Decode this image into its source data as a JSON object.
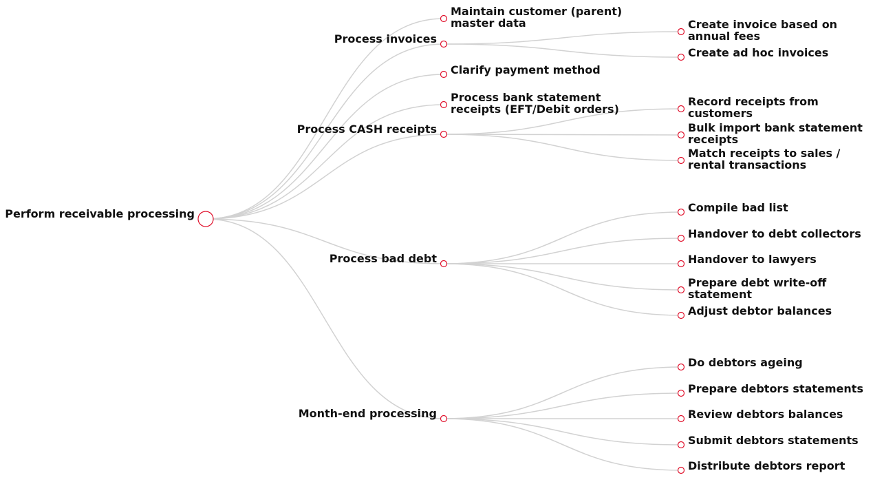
{
  "colors": {
    "link": "#d2d2d2",
    "node_stroke": "#e0102b",
    "text": "#111111"
  },
  "tree": {
    "label": "Perform receivable processing",
    "children": [
      {
        "label": "Maintain customer (parent) master data",
        "lines": [
          "Maintain customer (parent)",
          "master data"
        ],
        "children": []
      },
      {
        "label": "Process invoices",
        "children": [
          {
            "label": "Create invoice based on annual fees",
            "lines": [
              "Create invoice based on",
              "annual fees"
            ]
          },
          {
            "label": "Create ad hoc invoices"
          }
        ]
      },
      {
        "label": "Clarify payment method",
        "children": []
      },
      {
        "label": "Process bank statement receipts (EFT/Debit orders)",
        "lines": [
          "Process bank statement",
          "receipts (EFT/Debit orders)"
        ],
        "children": []
      },
      {
        "label": "Process CASH receipts",
        "children": [
          {
            "label": "Record receipts from customers",
            "lines": [
              "Record receipts from",
              "customers"
            ]
          },
          {
            "label": "Bulk import bank statement receipts",
            "lines": [
              "Bulk import bank statement",
              "receipts"
            ]
          },
          {
            "label": "Match receipts to sales / rental transactions",
            "lines": [
              "Match receipts to sales /",
              "rental transactions"
            ]
          }
        ]
      },
      {
        "label": "Process bad debt",
        "children": [
          {
            "label": "Compile bad list"
          },
          {
            "label": "Handover to debt collectors"
          },
          {
            "label": "Handover to lawyers"
          },
          {
            "label": "Prepare debt write-off statement",
            "lines": [
              "Prepare debt write-off",
              "statement"
            ]
          },
          {
            "label": "Adjust debtor balances"
          }
        ]
      },
      {
        "label": "Month-end processing",
        "children": [
          {
            "label": "Do debtors ageing"
          },
          {
            "label": "Prepare debtors statements"
          },
          {
            "label": "Review debtors balances"
          },
          {
            "label": "Submit debtors statements"
          },
          {
            "label": "Distribute debtors report"
          }
        ]
      }
    ]
  }
}
